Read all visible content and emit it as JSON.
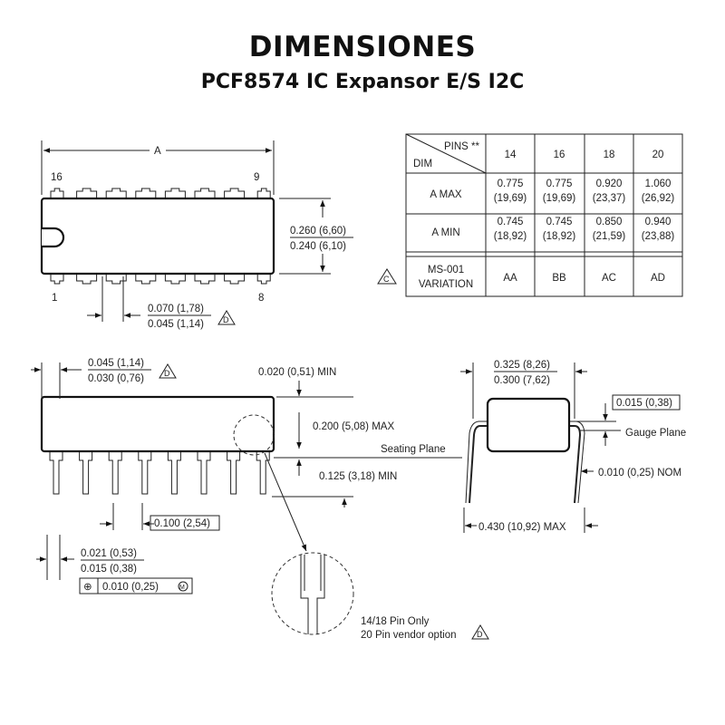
{
  "title": "DIMENSIONES",
  "subtitle": "PCF8574 IC Expansor E/S I2C",
  "top_view": {
    "dim_a": "A",
    "pin_16": "16",
    "pin_9": "9",
    "pin_1": "1",
    "pin_8": "8",
    "width_max": "0.260 (6,60)",
    "width_min": "0.240 (6,10)",
    "lead_max": "0.070 (1,78)",
    "lead_min": "0.045 (1,14)",
    "note_d": "D",
    "note_c": "C"
  },
  "table": {
    "header_pins": "PINS **",
    "header_dim": "DIM",
    "columns": [
      "14",
      "16",
      "18",
      "20"
    ],
    "rows": [
      {
        "label": "A   MAX",
        "values": [
          [
            "0.775",
            "(19,69)"
          ],
          [
            "0.775",
            "(19,69)"
          ],
          [
            "0.920",
            "(23,37)"
          ],
          [
            "1.060",
            "(26,92)"
          ]
        ]
      },
      {
        "label": "A   MIN",
        "values": [
          [
            "0.745",
            "(18,92)"
          ],
          [
            "0.745",
            "(18,92)"
          ],
          [
            "0.850",
            "(21,59)"
          ],
          [
            "0.940",
            "(23,88)"
          ]
        ]
      }
    ],
    "variation_label": [
      "MS-001",
      "VARIATION"
    ],
    "variation": [
      "AA",
      "BB",
      "AC",
      "AD"
    ]
  },
  "side_view": {
    "shoulder_max": "0.045 (1,14)",
    "shoulder_min": "0.030 (0,76)",
    "standoff": "0.020 (0,51) MIN",
    "height": "0.200 (5,08) MAX",
    "seating_plane": "Seating Plane",
    "lead_length": "0.125 (3,18) MIN",
    "pitch": "0.100 (2,54)",
    "lead_w_max": "0.021 (0,53)",
    "lead_w_min": "0.015 (0,38)",
    "tolerance_symbol": "⊕",
    "tolerance": "0.010 (0,25)",
    "tolerance_mod": "M",
    "detail_note_1": "14/18 Pin Only",
    "detail_note_2": "20 Pin vendor option",
    "note_d": "D"
  },
  "end_view": {
    "row_max": "0.325 (8,26)",
    "row_min": "0.300 (7,62)",
    "gauge_dim": "0.015 (0,38)",
    "gauge_plane": "Gauge Plane",
    "lead_thk": "0.010 (0,25) NOM",
    "overall": "0.430 (10,92) MAX"
  }
}
